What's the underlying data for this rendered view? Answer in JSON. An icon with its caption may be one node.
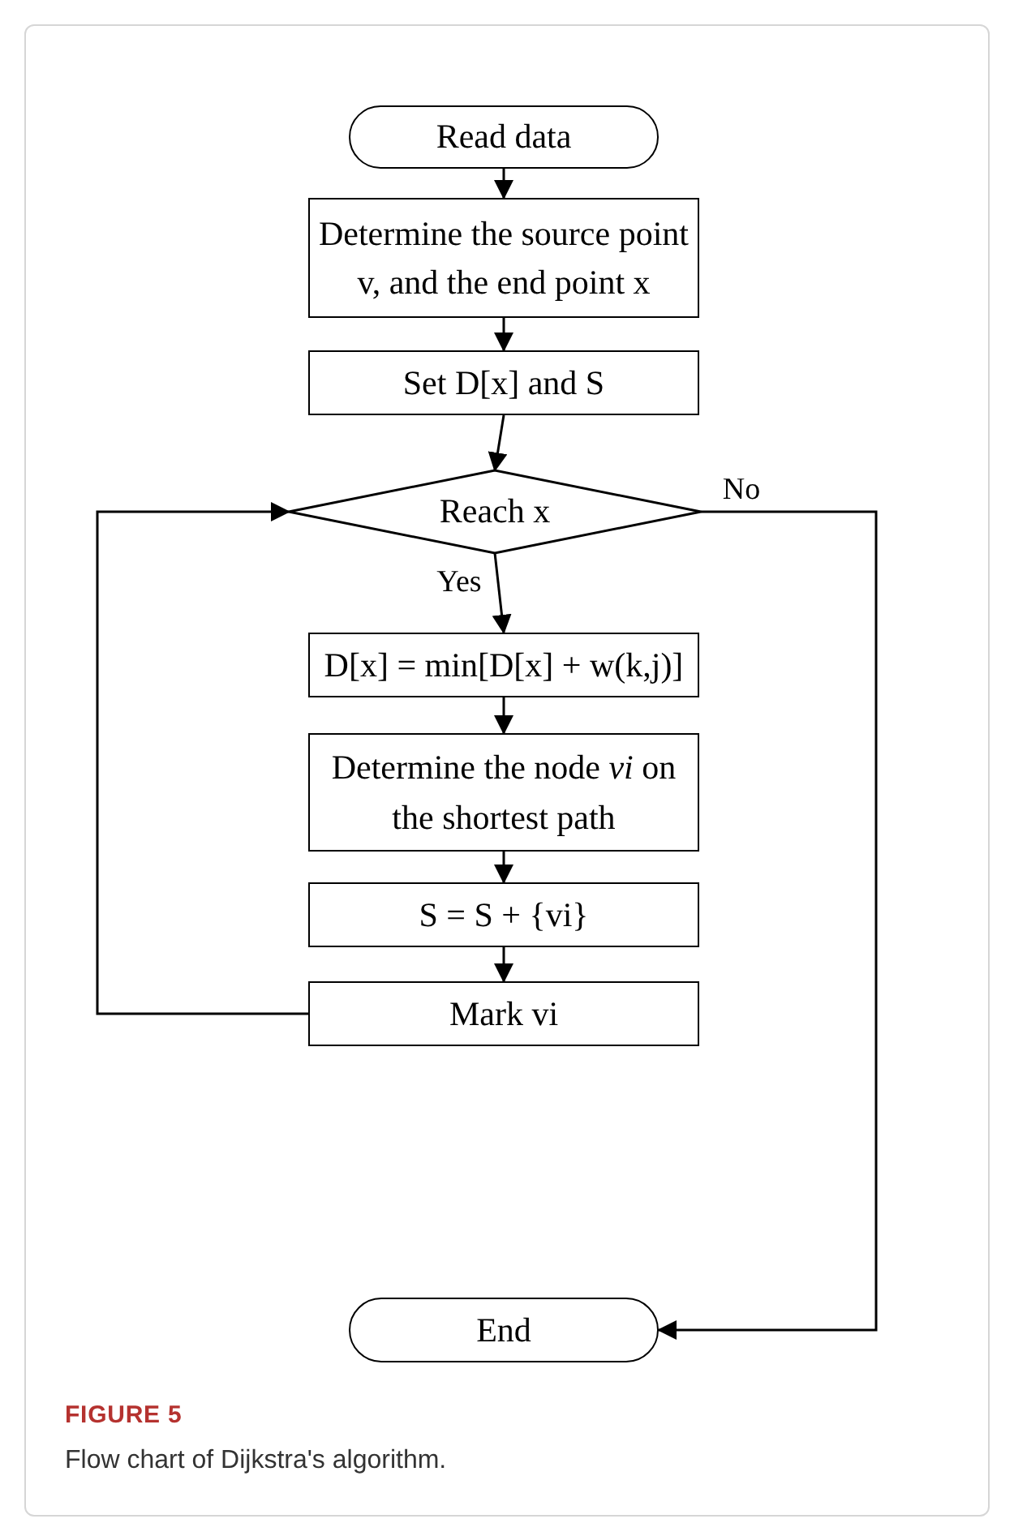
{
  "diagram": {
    "caption": "Flow chart of Dijkstra's algorithm.",
    "nodes": [
      {
        "text": [
          "Read data"
        ]
      },
      {
        "text": [
          "Determine the source point v, and the end point x"
        ]
      },
      {
        "text": [
          "Set D[x] and S"
        ]
      },
      {
        "text": [
          "Reach x"
        ]
      },
      {
        "text": [
          "D[x] = min[D[x] + w(k,j)]"
        ]
      },
      {
        "text": [
          "Determine the node *vi* on the shortest path"
        ]
      },
      {
        "text": [
          "S = S + {vi}"
        ]
      },
      {
        "text": [
          "Mark vi"
        ]
      },
      {
        "text": [
          "End"
        ]
      }
    ],
    "edges": [
      {
        "from": 0,
        "to": 1,
        "arrow": "to"
      },
      {
        "from": 1,
        "to": 2,
        "arrow": "to"
      },
      {
        "from": 2,
        "to": 3,
        "arrow": "to"
      },
      {
        "from": 3,
        "to": 4,
        "arrow": "to",
        "label": "Yes"
      },
      {
        "from": 4,
        "to": 5,
        "arrow": "to"
      },
      {
        "from": 5,
        "to": 6,
        "arrow": "to"
      },
      {
        "from": 6,
        "to": 7,
        "arrow": "to"
      },
      {
        "from": 7,
        "to": 3,
        "arrow": "to"
      },
      {
        "from": 3,
        "to": 8,
        "arrow": "to",
        "label": "No"
      }
    ],
    "labels": [
      "FIGURE 5"
    ]
  }
}
